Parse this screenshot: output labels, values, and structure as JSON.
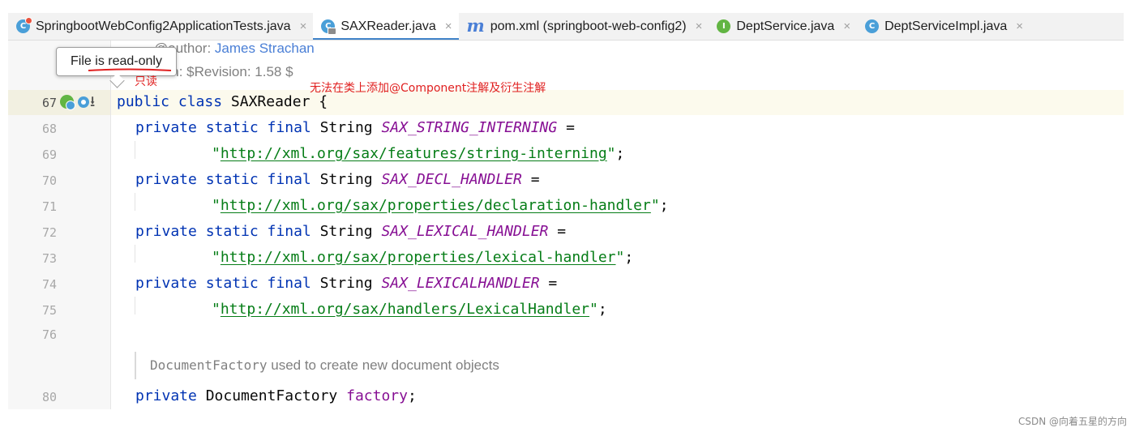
{
  "tabs": [
    {
      "label": "SpringbootWebConfig2ApplicationTests.java",
      "icon": "test-class-icon",
      "active": false
    },
    {
      "label": "SAXReader.java",
      "icon": "locked-class-icon",
      "active": true
    },
    {
      "label": "pom.xml (springboot-web-config2)",
      "icon": "maven-icon",
      "active": false
    },
    {
      "label": "DeptService.java",
      "icon": "interface-icon",
      "active": false
    },
    {
      "label": "DeptServiceImpl.java",
      "icon": "class-icon",
      "active": false
    }
  ],
  "tab_icon_letters": {
    "class": "C",
    "interface": "I",
    "maven": "m"
  },
  "tab_close_glyph": "×",
  "tooltip": {
    "text": "File is read-only"
  },
  "annotations": {
    "readonly_cn": "只读",
    "note_cn": "无法在类上添加@Component注解及衍生注解"
  },
  "doc_header": {
    "author_label": "@author:",
    "author_name": "James Strachan",
    "version_label": "Version:",
    "version_value": "$Revision: 1.58 $"
  },
  "line_numbers": {
    "l67": "67",
    "l68": "68",
    "l69": "69",
    "l70": "70",
    "l71": "71",
    "l72": "72",
    "l73": "73",
    "l74": "74",
    "l75": "75",
    "l76": "76",
    "l80": "80"
  },
  "code": {
    "l67": {
      "kw": "public class",
      "name": "SAXReader",
      "tail": "{"
    },
    "fields": [
      {
        "mods": "private static final",
        "type": "String",
        "name": "SAX_STRING_INTERNING",
        "url": "http://xml.org/sax/features/string-interning"
      },
      {
        "mods": "private static final",
        "type": "String",
        "name": "SAX_DECL_HANDLER",
        "url": "http://xml.org/sax/properties/declaration-handler"
      },
      {
        "mods": "private static final",
        "type": "String",
        "name": "SAX_LEXICAL_HANDLER",
        "url": "http://xml.org/sax/properties/lexical-handler"
      },
      {
        "mods": "private static final",
        "type": "String",
        "name": "SAX_LEXICALHANDLER",
        "url": "http://xml.org/sax/handlers/LexicalHandler"
      }
    ],
    "eq": "=",
    "quote": "\"",
    "semicolon": ";",
    "doc_comment": {
      "code": "DocumentFactory",
      "text": "used to create new document objects"
    },
    "l80": {
      "kw": "private",
      "type": "DocumentFactory",
      "name": "factory",
      "tail": ";"
    }
  },
  "gutter_arrow": "⭳",
  "watermark": "CSDN @向着五星的方向",
  "colors": {
    "keyword": "#0033b3",
    "constant": "#871094",
    "string": "#067d17",
    "accent": "#4083c9",
    "annotation": "#e02020"
  }
}
